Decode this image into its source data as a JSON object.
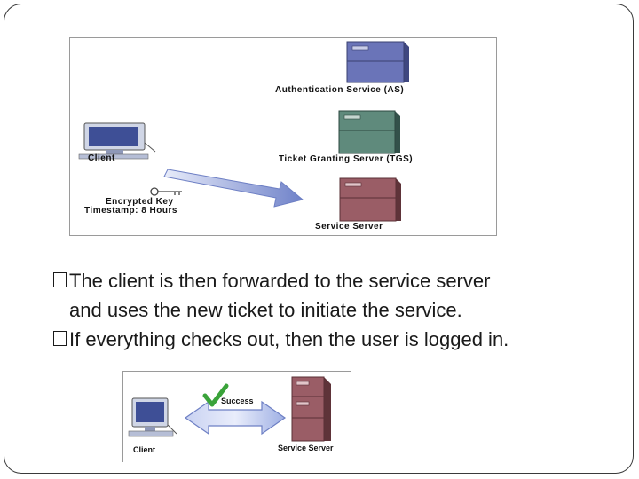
{
  "diagram1": {
    "auth_server_label": "Authentication Service (AS)",
    "tgs_label": "Ticket Granting Server (TGS)",
    "service_server_label": "Service Server",
    "client_label": "Client",
    "key_label": "Encrypted Key",
    "timestamp_label": "Timestamp: 8 Hours"
  },
  "bullets": {
    "item1_line1": "The client is then forwarded to the service server",
    "item1_line2": "and uses the new ticket to initiate the service.",
    "item2": "If everything checks out, then the user is logged in."
  },
  "diagram2": {
    "success_label": "Success",
    "client_label": "Client",
    "service_server_label": "Service Server"
  },
  "colors": {
    "auth_server": "#6a74b8",
    "tgs_server": "#5f8a7c",
    "service_server": "#9a5d66",
    "arrow": "#8a9bd6",
    "check": "#3aa33a"
  },
  "icons": [
    "server-icon",
    "computer-icon",
    "key-icon",
    "arrow-icon",
    "checkmark-icon"
  ]
}
